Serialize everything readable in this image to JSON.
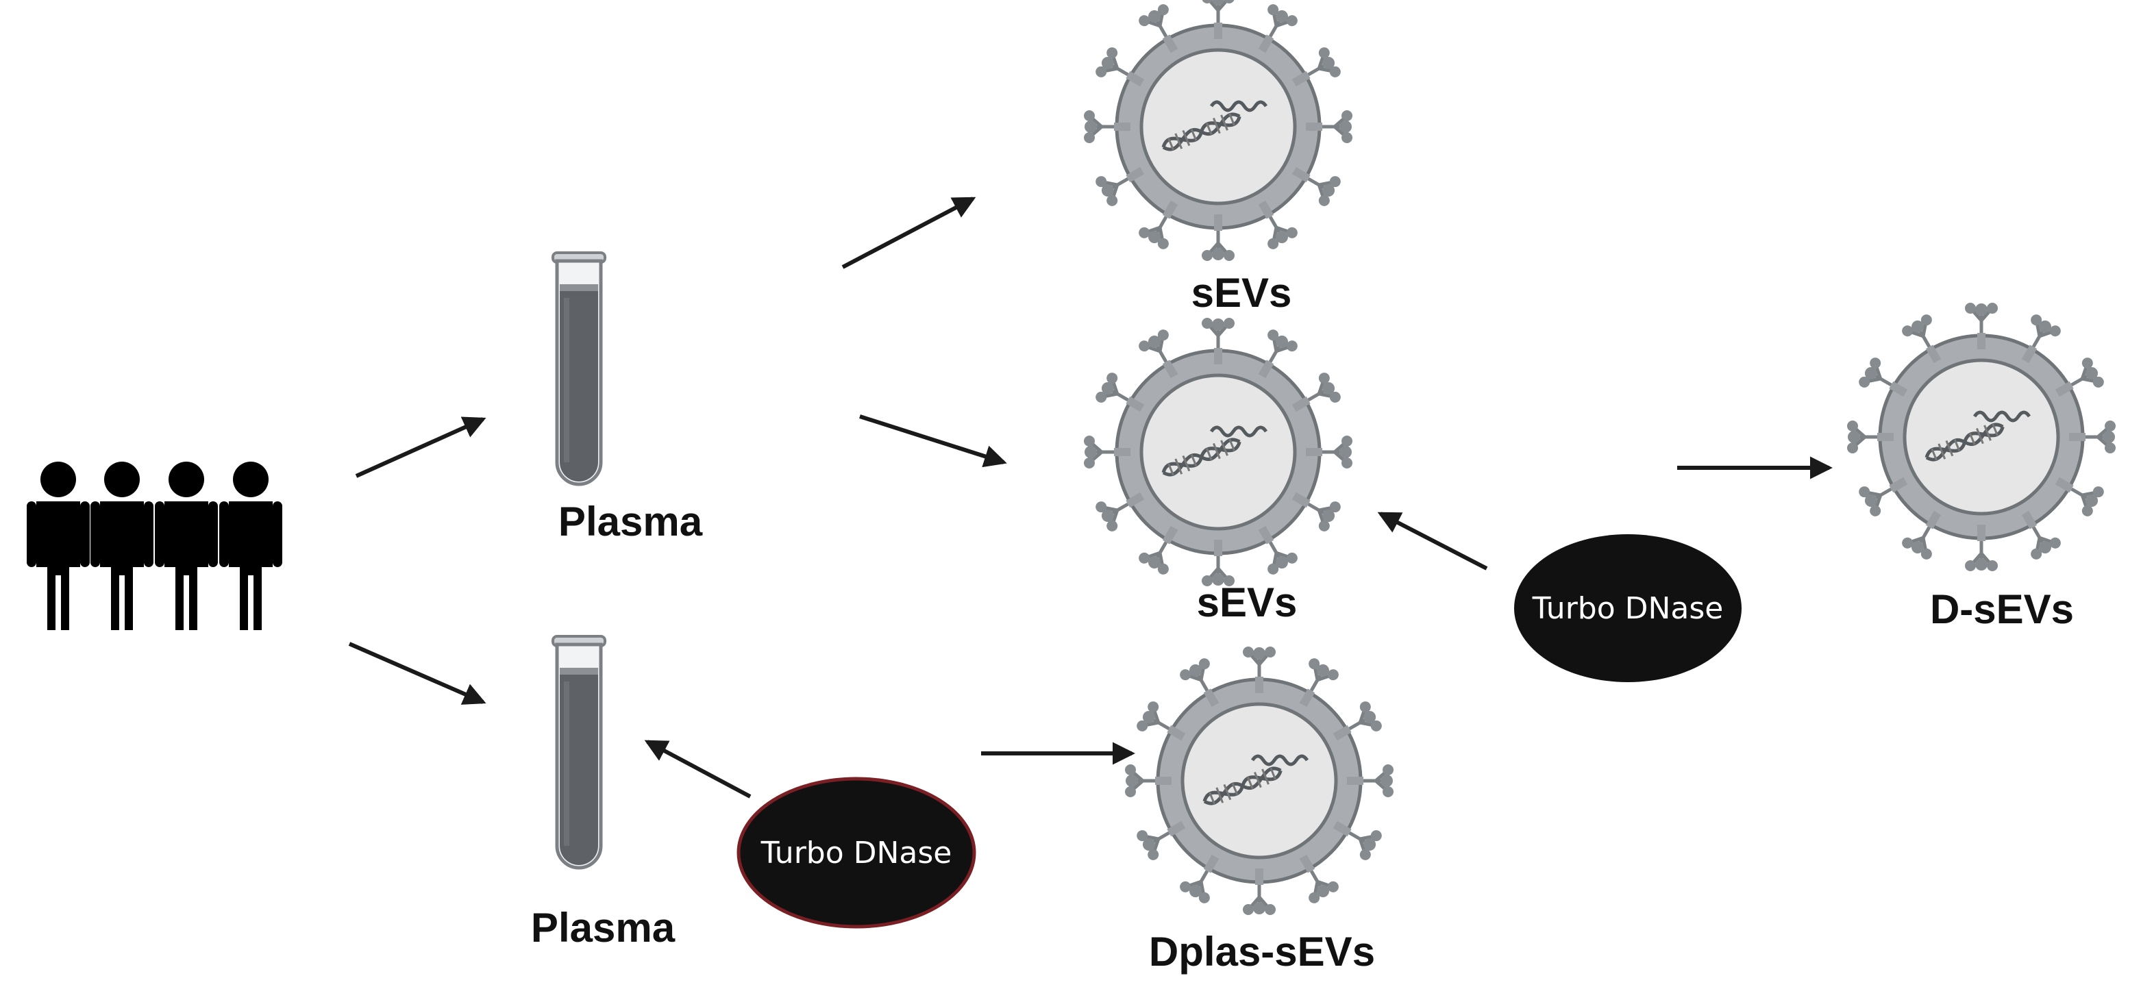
{
  "labels": {
    "plasma_top": "Plasma",
    "plasma_bottom": "Plasma",
    "sevs_top": "sEVs",
    "sevs_middle": "sEVs",
    "dplas_sevs": "Dplas-sEVs",
    "d_sevs": "D-sEVs"
  },
  "enzymes": {
    "turbo_right": "Turbo DNase",
    "turbo_bottom": "Turbo DNase"
  },
  "colors": {
    "arrow": "#1a1a1a",
    "oval_fill": "#111111",
    "oval_border_bottom": "#7a1f24",
    "vesicle_outer": "#a9adb1",
    "vesicle_inner": "#e6e6e6",
    "vesicle_stroke": "#6f7478",
    "tube_liquid": "#5e6267"
  },
  "icons": {
    "people": "people-group-icon",
    "tube": "test-tube-icon",
    "vesicle": "extracellular-vesicle-icon",
    "dna": "dna-helix-icon",
    "rna": "rna-strand-icon"
  }
}
